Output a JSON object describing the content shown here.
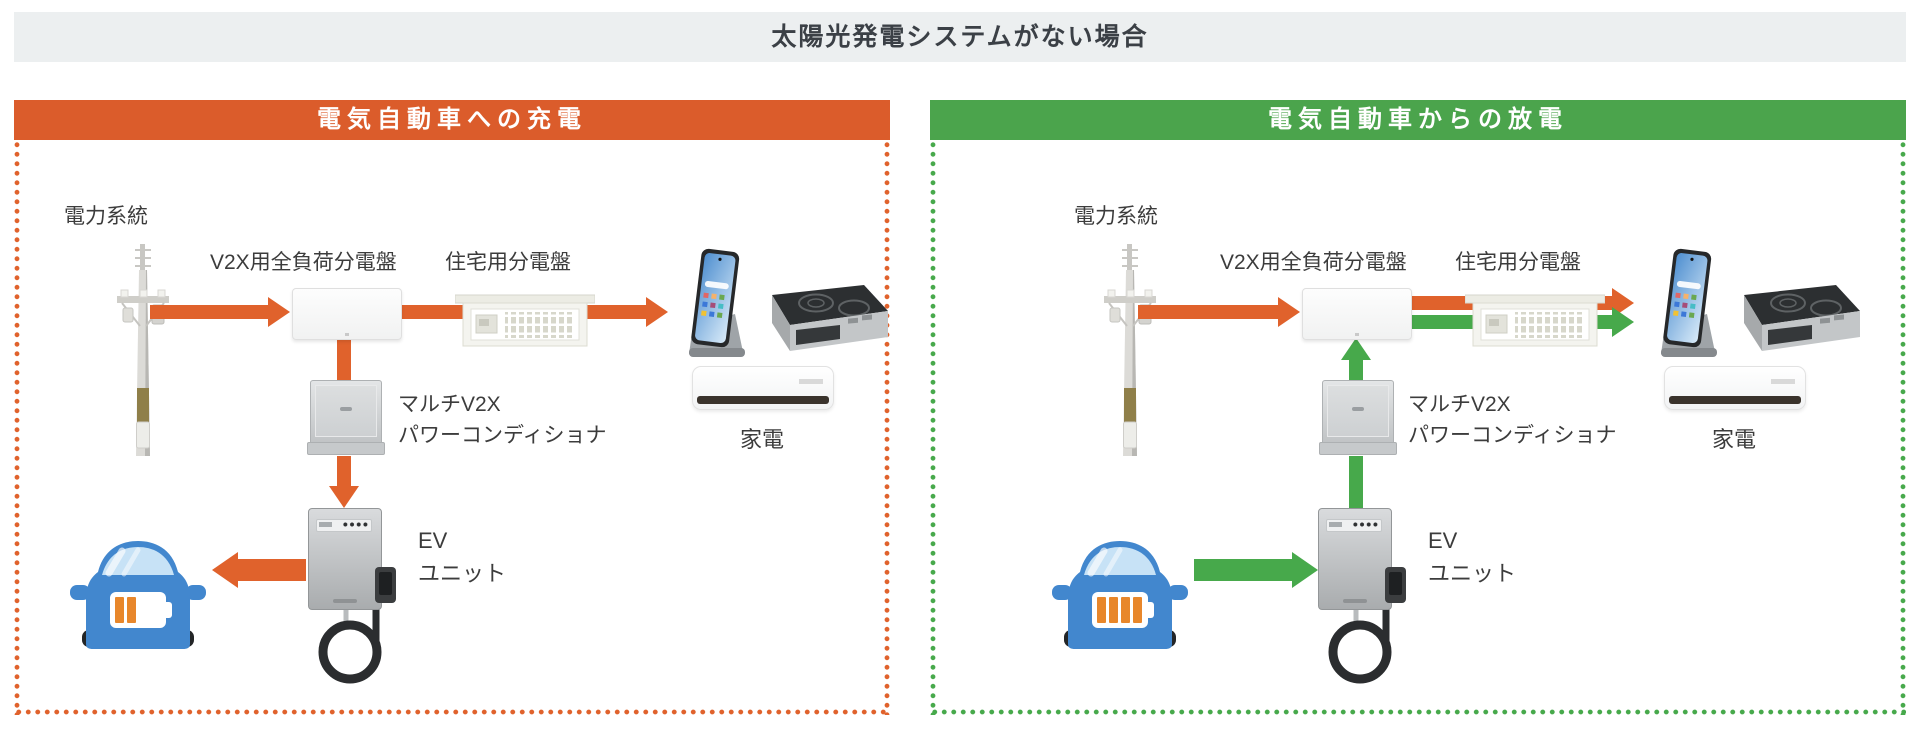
{
  "page_title": "太陽光発電システムがない場合",
  "colors": {
    "title_band_bg": "#ECEFF0",
    "panel_charge_accent": "#DB5C2B",
    "panel_discharge_accent": "#4BA44C",
    "arrow_orange": "#E0622C",
    "arrow_green": "#47A94B",
    "battery_bar": "#E8872B",
    "car_body": "#4287CE"
  },
  "panels": {
    "left": {
      "title": "電気自動車への充電",
      "labels": {
        "grid": "電力系統",
        "v2x_board": "V2X用全負荷分電盤",
        "house_board": "住宅用分電盤",
        "conditioner_1": "マルチV2X",
        "conditioner_2": "パワーコンディショナ",
        "ev_unit_1": "EV",
        "ev_unit_2": "ユニット",
        "appliances": "家電"
      },
      "battery": {
        "bars_filled": 2,
        "bars_capacity": 4
      }
    },
    "right": {
      "title": "電気自動車からの放電",
      "labels": {
        "grid": "電力系統",
        "v2x_board": "V2X用全負荷分電盤",
        "house_board": "住宅用分電盤",
        "conditioner_1": "マルチV2X",
        "conditioner_2": "パワーコンディショナ",
        "ev_unit_1": "EV",
        "ev_unit_2": "ユニット",
        "appliances": "家電"
      },
      "battery": {
        "bars_filled": 4,
        "bars_capacity": 4
      }
    }
  }
}
